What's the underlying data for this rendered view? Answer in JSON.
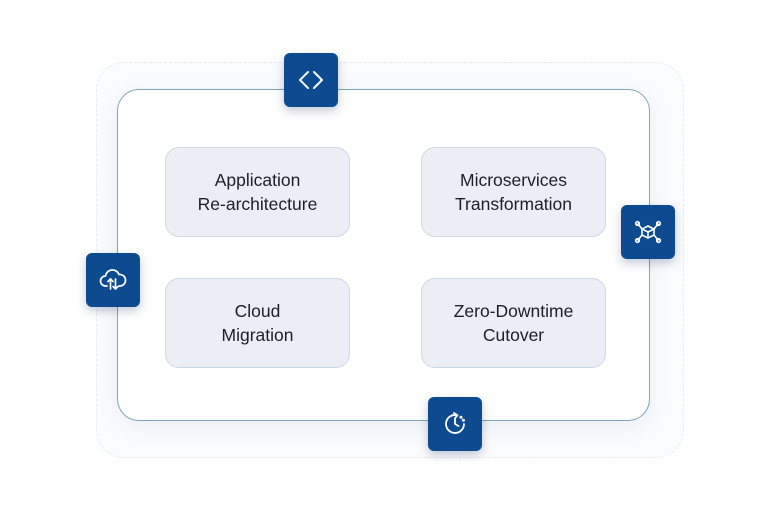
{
  "colors": {
    "accent": "#0d4a8f",
    "tile_bg": "#ebeff5",
    "card_border": "#7fa6b4"
  },
  "tiles": [
    {
      "line1": "Application",
      "line2": "Re-architecture"
    },
    {
      "line1": "Microservices",
      "line2": "Transformation"
    },
    {
      "line1": "Cloud",
      "line2": "Migration"
    },
    {
      "line1": "Zero-Downtime",
      "line2": "Cutover"
    }
  ],
  "icons": {
    "top": "code-brackets-icon",
    "right": "network-cube-icon",
    "left": "cloud-sync-icon",
    "bottom": "clock-refresh-icon"
  }
}
